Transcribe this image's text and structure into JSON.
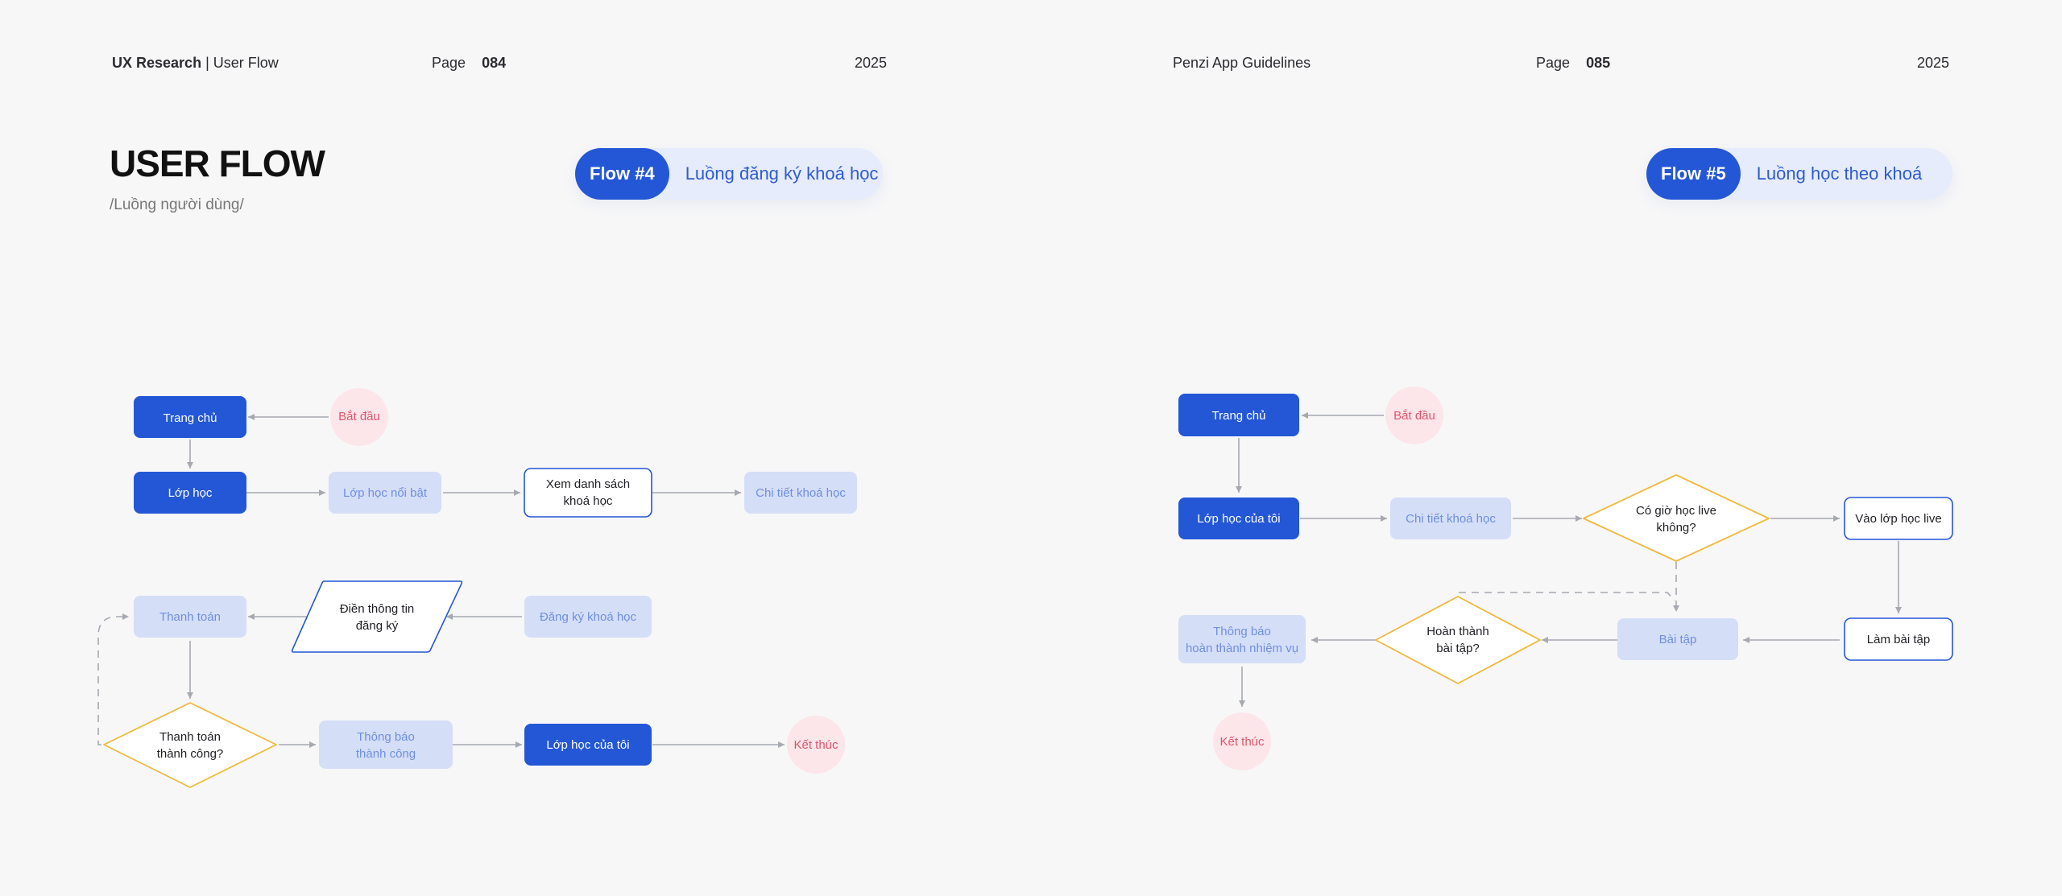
{
  "left_page": {
    "header": {
      "section_bold": "UX Research",
      "section_rest": " | User Flow",
      "page_label": "Page",
      "page_number": "084",
      "year": "2025"
    },
    "title": "USER FLOW",
    "subtitle": "/Luồng người dùng/",
    "flow_badge": "Flow #4",
    "flow_name": "Luồng đăng ký khoá học",
    "nodes": {
      "home": "Trang chủ",
      "start": "Bắt đầu",
      "classes": "Lớp học",
      "featured": "Lớp học nổi bật",
      "view_list": [
        "Xem danh sách",
        "khoá học"
      ],
      "course_detail": "Chi tiết khoá học",
      "enroll": "Đăng ký khoá học",
      "fill_info": [
        "Điền thông tin",
        "đăng ký"
      ],
      "payment": "Thanh toán",
      "payment_ok": [
        "Thanh toán",
        "thành công?"
      ],
      "notify_ok": [
        "Thông báo",
        "thành công"
      ],
      "my_classes": "Lớp học của tôi",
      "end": "Kết thúc"
    }
  },
  "right_page": {
    "header": {
      "app_name": "Penzi App Guidelines",
      "page_label": "Page",
      "page_number": "085",
      "year": "2025"
    },
    "flow_badge": "Flow #5",
    "flow_name": "Luồng học theo khoá",
    "nodes": {
      "home": "Trang chủ",
      "start": "Bắt đầu",
      "my_classes": "Lớp học của tôi",
      "course_detail": "Chi tiết khoá học",
      "live_q": [
        "Có giờ học live",
        "không?"
      ],
      "join_live": "Vào lớp học live",
      "do_exercise": "Làm bài tập",
      "exercise": "Bài tập",
      "done_q": [
        "Hoàn thành",
        "bài tập?"
      ],
      "notify_done": [
        "Thông báo",
        "hoàn thành nhiệm vụ"
      ],
      "end": "Kết thúc"
    }
  },
  "colors": {
    "primary": "#2457d6",
    "light_fill": "#d5def7",
    "light_text": "#6f8fe0",
    "terminal_fill": "#fde6ea",
    "terminal_text": "#e0546c",
    "decision_stroke": "#f1b93b",
    "outline_stroke": "#2457d6",
    "connector": "#a6a9b0"
  }
}
